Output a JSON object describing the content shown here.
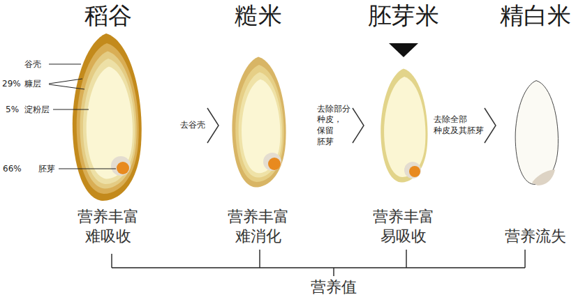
{
  "diagram": {
    "nodes": [
      {
        "text": [
          "稻谷",
          "营养丰富 难吸收"
        ]
      },
      {
        "text": [
          "糙米",
          "营养丰富 难消化"
        ]
      },
      {
        "text": [
          "胚芽米",
          "营养丰富 易吸收"
        ]
      },
      {
        "text": [
          "精白米",
          "营养流失"
        ]
      }
    ],
    "edges": [
      {
        "from": 0,
        "to": 1,
        "arrow": "to",
        "label": "去谷壳"
      },
      {
        "from": 1,
        "to": 2,
        "arrow": "to",
        "label": "去除部分 种皮，保留 胚芽"
      },
      {
        "from": 2,
        "to": 3,
        "arrow": "to",
        "label": "去除全部 种皮及其胚芽"
      }
    ],
    "labels": [
      "谷壳",
      "29%",
      "糠层",
      "5%",
      "淀粉层",
      "66%",
      "胚芽",
      "营养值"
    ]
  }
}
